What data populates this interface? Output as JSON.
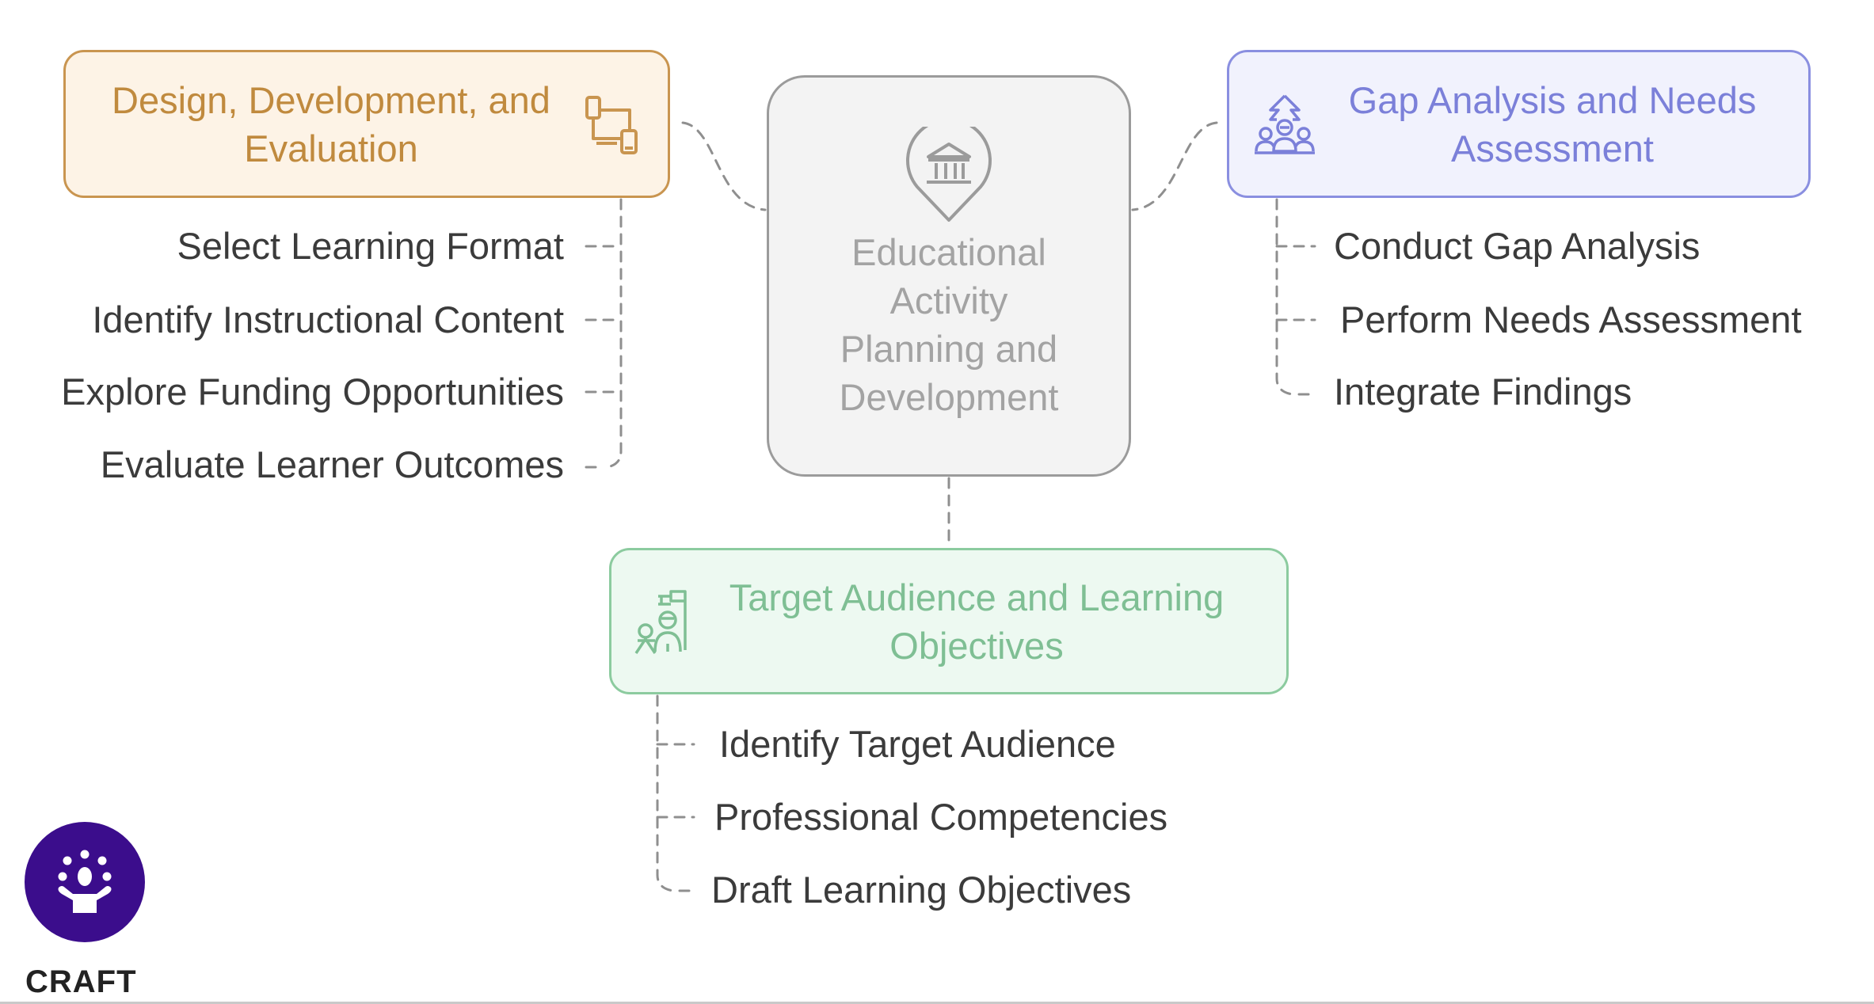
{
  "diagram": {
    "center": {
      "title": "Educational Activity Planning and Development",
      "icon": "institution-pin-icon",
      "color": "#9b9b9b"
    },
    "branches": [
      {
        "id": "design",
        "title": "Design, Development, and Evaluation",
        "icon": "devices-icon",
        "color": "#c99550",
        "items": [
          "Select Learning Format",
          "Identify Instructional Content",
          "Explore Funding Opportunities",
          "Evaluate Learner Outcomes"
        ]
      },
      {
        "id": "gap",
        "title": "Gap Analysis and Needs Assessment",
        "icon": "team-growth-icon",
        "color": "#8a8fe0",
        "items": [
          "Conduct Gap Analysis",
          "Perform Needs Assessment",
          "Integrate Findings"
        ]
      },
      {
        "id": "target",
        "title": "Target Audience and Learning Objectives",
        "icon": "audience-flag-icon",
        "color": "#8ccb9f",
        "items": [
          "Identify Target Audience",
          "Professional Competencies",
          "Draft Learning Objectives"
        ]
      }
    ]
  },
  "logo": {
    "text": "CRAFT",
    "icon": "juggler-icon",
    "color": "#3b0d8c"
  }
}
